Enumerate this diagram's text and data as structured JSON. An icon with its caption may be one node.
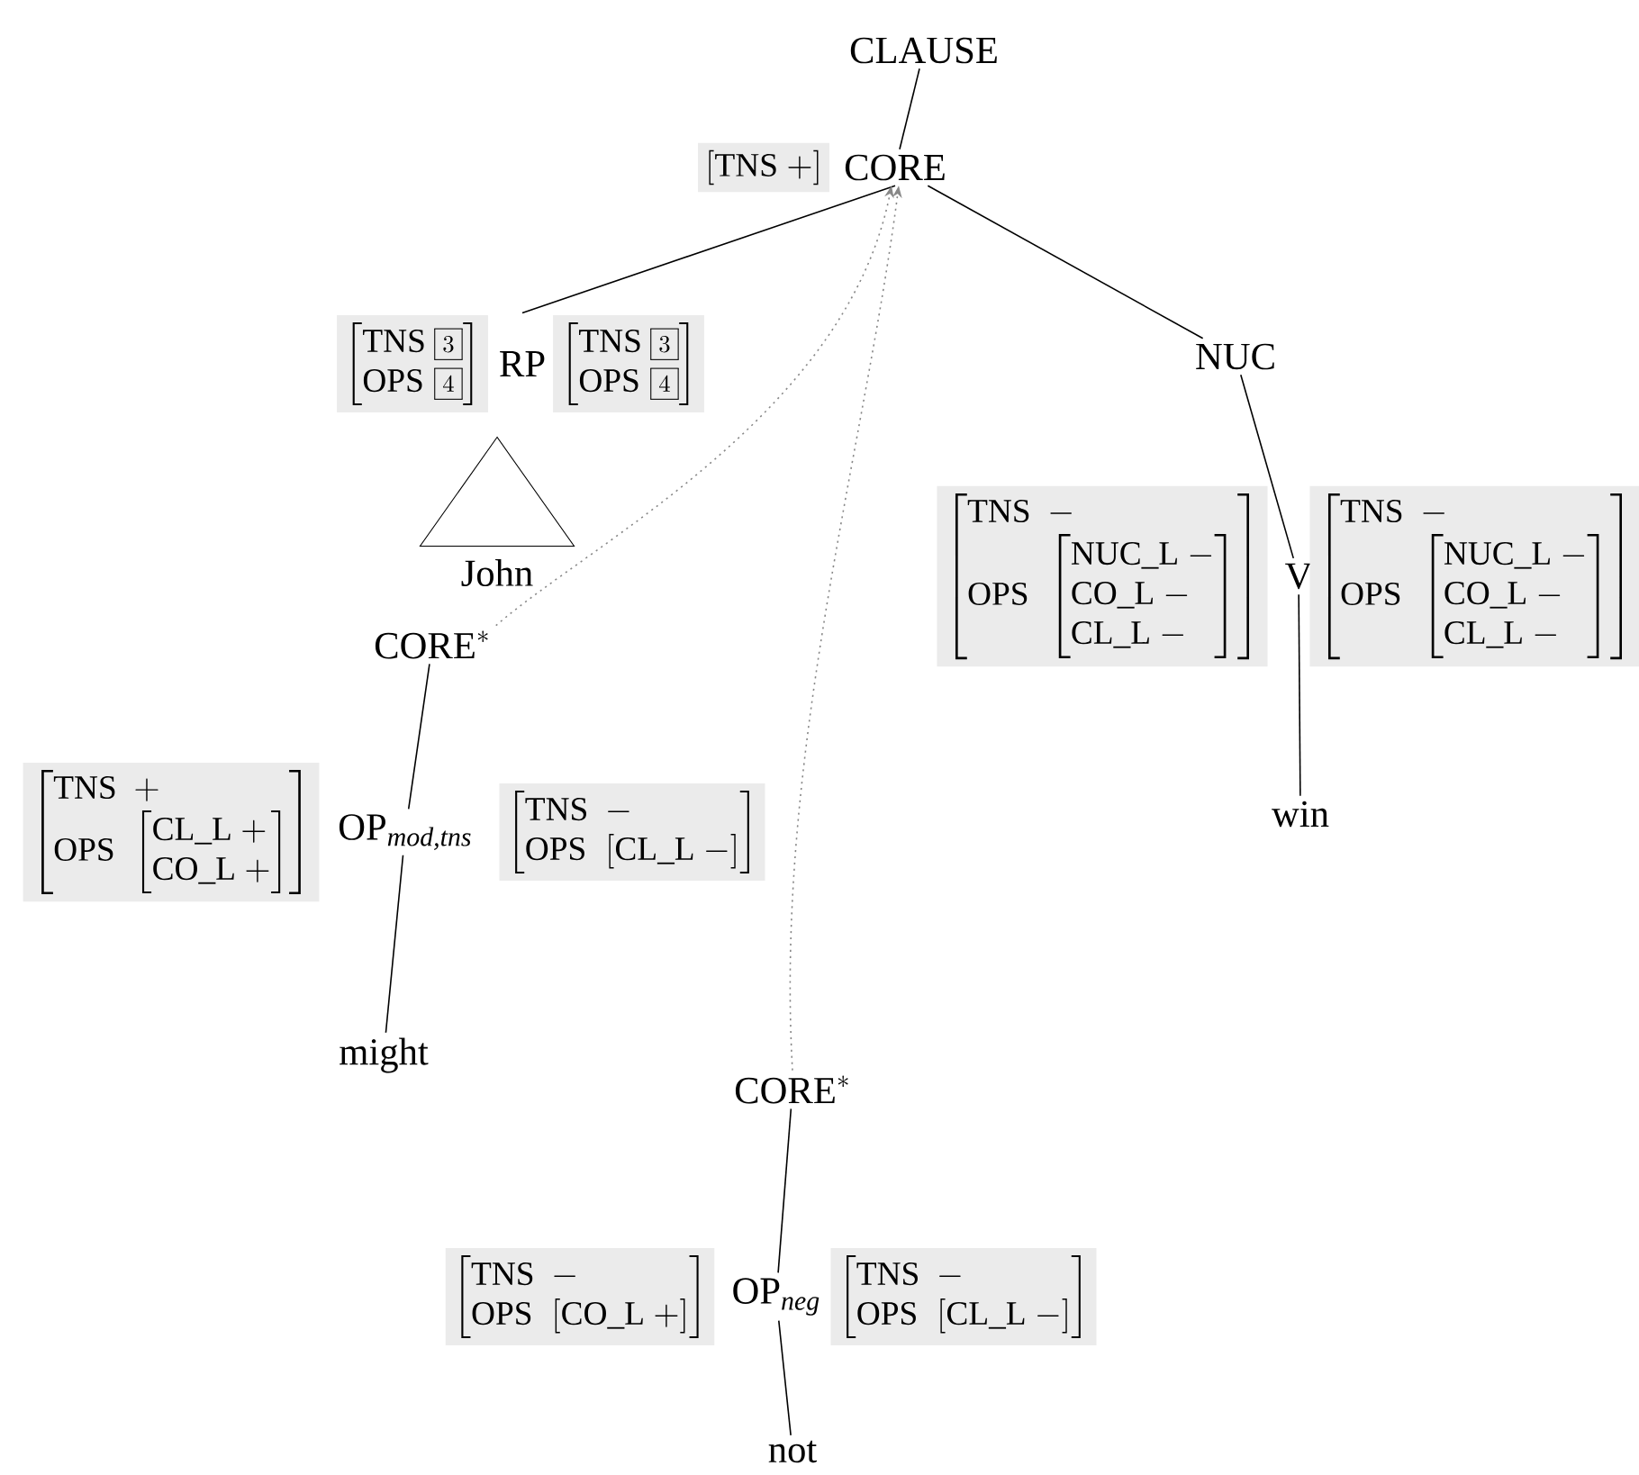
{
  "diagram": {
    "nodes": [
      {
        "text": [
          "CLAUSE"
        ]
      },
      {
        "text": [
          "\\left[\\text{TNS}\\ +\\right]"
        ]
      },
      {
        "text": [
          "CORE"
        ]
      },
      {
        "text": [
          "\\left[\\begin{array}{@{}l@{\\ }l@{}}\\text{TNS} & \\boxed{\\scriptstyle 3}\\\\ \\text{OPS} & \\boxed{\\scriptstyle 4}\\end{array}\\right]"
        ]
      },
      {
        "text": [
          "RP"
        ]
      },
      {
        "text": [
          "\\left[\\begin{array}{@{}l@{\\ }l@{}}\\text{TNS} & \\boxed{\\scriptstyle 3}\\\\ \\text{OPS} & \\boxed{\\scriptstyle 4}\\end{array}\\right]"
        ]
      },
      {
        "text": [
          "NUC"
        ]
      },
      {
        "text": [],
        "shape": "triangle"
      },
      {
        "text": [
          "John"
        ]
      },
      {
        "text": [
          "\\left[\\begin{array}{@{}l@{\\ \\ }l@{}}\\text{TNS} & -\\\\ \\text{OPS} & \\left[\\begin{array}{@{}l@{}}\\text{NUC\\_L}\\ -\\\\ \\text{CO\\_L}\\ -\\\\ \\text{CL\\_L}\\ -\\end{array}\\right]\\end{array}\\right]"
        ]
      },
      {
        "text": [
          "V"
        ]
      },
      {
        "text": [
          "\\left[\\begin{array}{@{}l@{\\ \\ }l@{}}\\text{TNS} & -\\\\ \\text{OPS} & \\left[\\begin{array}{@{}l@{}}\\text{NUC\\_L}\\ -\\\\ \\text{CO\\_L}\\ -\\\\ \\text{CL\\_L}\\ -\\end{array}\\right]\\end{array}\\right]"
        ]
      },
      {
        "text": [
          "\\text{CORE}^{*}"
        ]
      },
      {
        "text": [
          "win"
        ]
      },
      {
        "text": [
          "\\left[\\begin{array}{@{}l@{\\ \\ }l@{}}\\text{TNS} & +\\\\ \\text{OPS} & \\left[\\begin{array}{@{}l@{}}\\text{CL\\_L}\\ +\\\\ \\text{CO\\_L}\\ +\\end{array}\\right]\\end{array}\\right]"
        ]
      },
      {
        "text": [
          "\\text{OP}_{\\textit{mod,tns}}"
        ]
      },
      {
        "text": [
          "\\left[\\begin{array}{@{}l@{\\ \\ }l@{}}\\text{TNS} & -\\\\ \\text{OPS} & \\left[\\text{CL\\_L}\\ -\\right]\\end{array}\\right]"
        ]
      },
      {
        "text": [
          "might"
        ]
      },
      {
        "text": [
          "\\text{CORE}^{*}"
        ]
      },
      {
        "text": [
          "\\left[\\begin{array}{@{}l@{\\ \\ }l@{}}\\text{TNS} & -\\\\ \\text{OPS} & \\left[\\text{CO\\_L}\\ +\\right]\\end{array}\\right]"
        ]
      },
      {
        "text": [
          "\\text{OP}_{\\textit{neg}}"
        ]
      },
      {
        "text": [
          "\\left[\\begin{array}{@{}l@{\\ \\ }l@{}}\\text{TNS} & -\\\\ \\text{OPS} & \\left[\\text{CL\\_L}\\ -\\right]\\end{array}\\right]"
        ]
      },
      {
        "text": [
          "not"
        ]
      }
    ],
    "edges": [
      {
        "from": 0,
        "to": 2,
        "arrow": "none"
      },
      {
        "from": 2,
        "to": 4,
        "arrow": "none"
      },
      {
        "from": 2,
        "to": 6,
        "arrow": "none"
      },
      {
        "from": 6,
        "to": 10,
        "arrow": "none"
      },
      {
        "from": 10,
        "to": 13,
        "arrow": "none"
      },
      {
        "from": 12,
        "to": 15,
        "arrow": "none"
      },
      {
        "from": 15,
        "to": 17,
        "arrow": "none"
      },
      {
        "from": 18,
        "to": 20,
        "arrow": "none"
      },
      {
        "from": 20,
        "to": 22,
        "arrow": "none"
      },
      {
        "from": 12,
        "to": 2,
        "arrow": "to",
        "style": "dashed",
        "color": "#888888"
      },
      {
        "from": 18,
        "to": 2,
        "arrow": "to",
        "style": "dashed",
        "color": "#888888"
      }
    ]
  }
}
